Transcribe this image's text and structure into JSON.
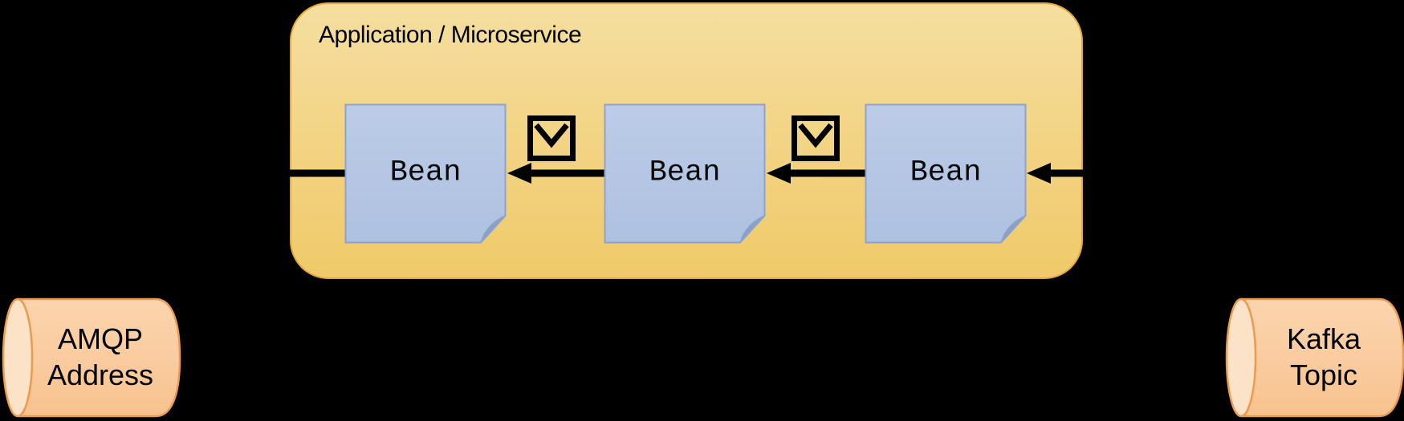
{
  "diagram": {
    "app": {
      "title": "Application / Microservice"
    },
    "beans": [
      {
        "label": "Bean"
      },
      {
        "label": "Bean"
      },
      {
        "label": "Bean"
      }
    ],
    "messages": [
      {
        "icon": "message-envelope-icon"
      },
      {
        "icon": "message-envelope-icon"
      }
    ],
    "flow_direction": "right-to-left",
    "left_endpoint": {
      "line1": "AMQP",
      "line2": "Address"
    },
    "right_endpoint": {
      "line1": "Kafka",
      "line2": "Topic"
    }
  },
  "colors": {
    "background": "#000000",
    "app-fill-top": "#F5DEA0",
    "app-fill-bottom": "#F0CA69",
    "app-border": "#E2A93C",
    "bean-fill-top": "#BCCCE8",
    "bean-fill-bottom": "#AEC1E0",
    "bean-border": "#8CA4CB",
    "bean-fold": "#8AA0C6",
    "cyl-fill-top": "#FBD5AE",
    "cyl-fill-bottom": "#F8C28E",
    "cyl-cap": "#FCE3C8",
    "cyl-border": "#EC9B52",
    "connector": "#000000",
    "text": "#000000"
  }
}
